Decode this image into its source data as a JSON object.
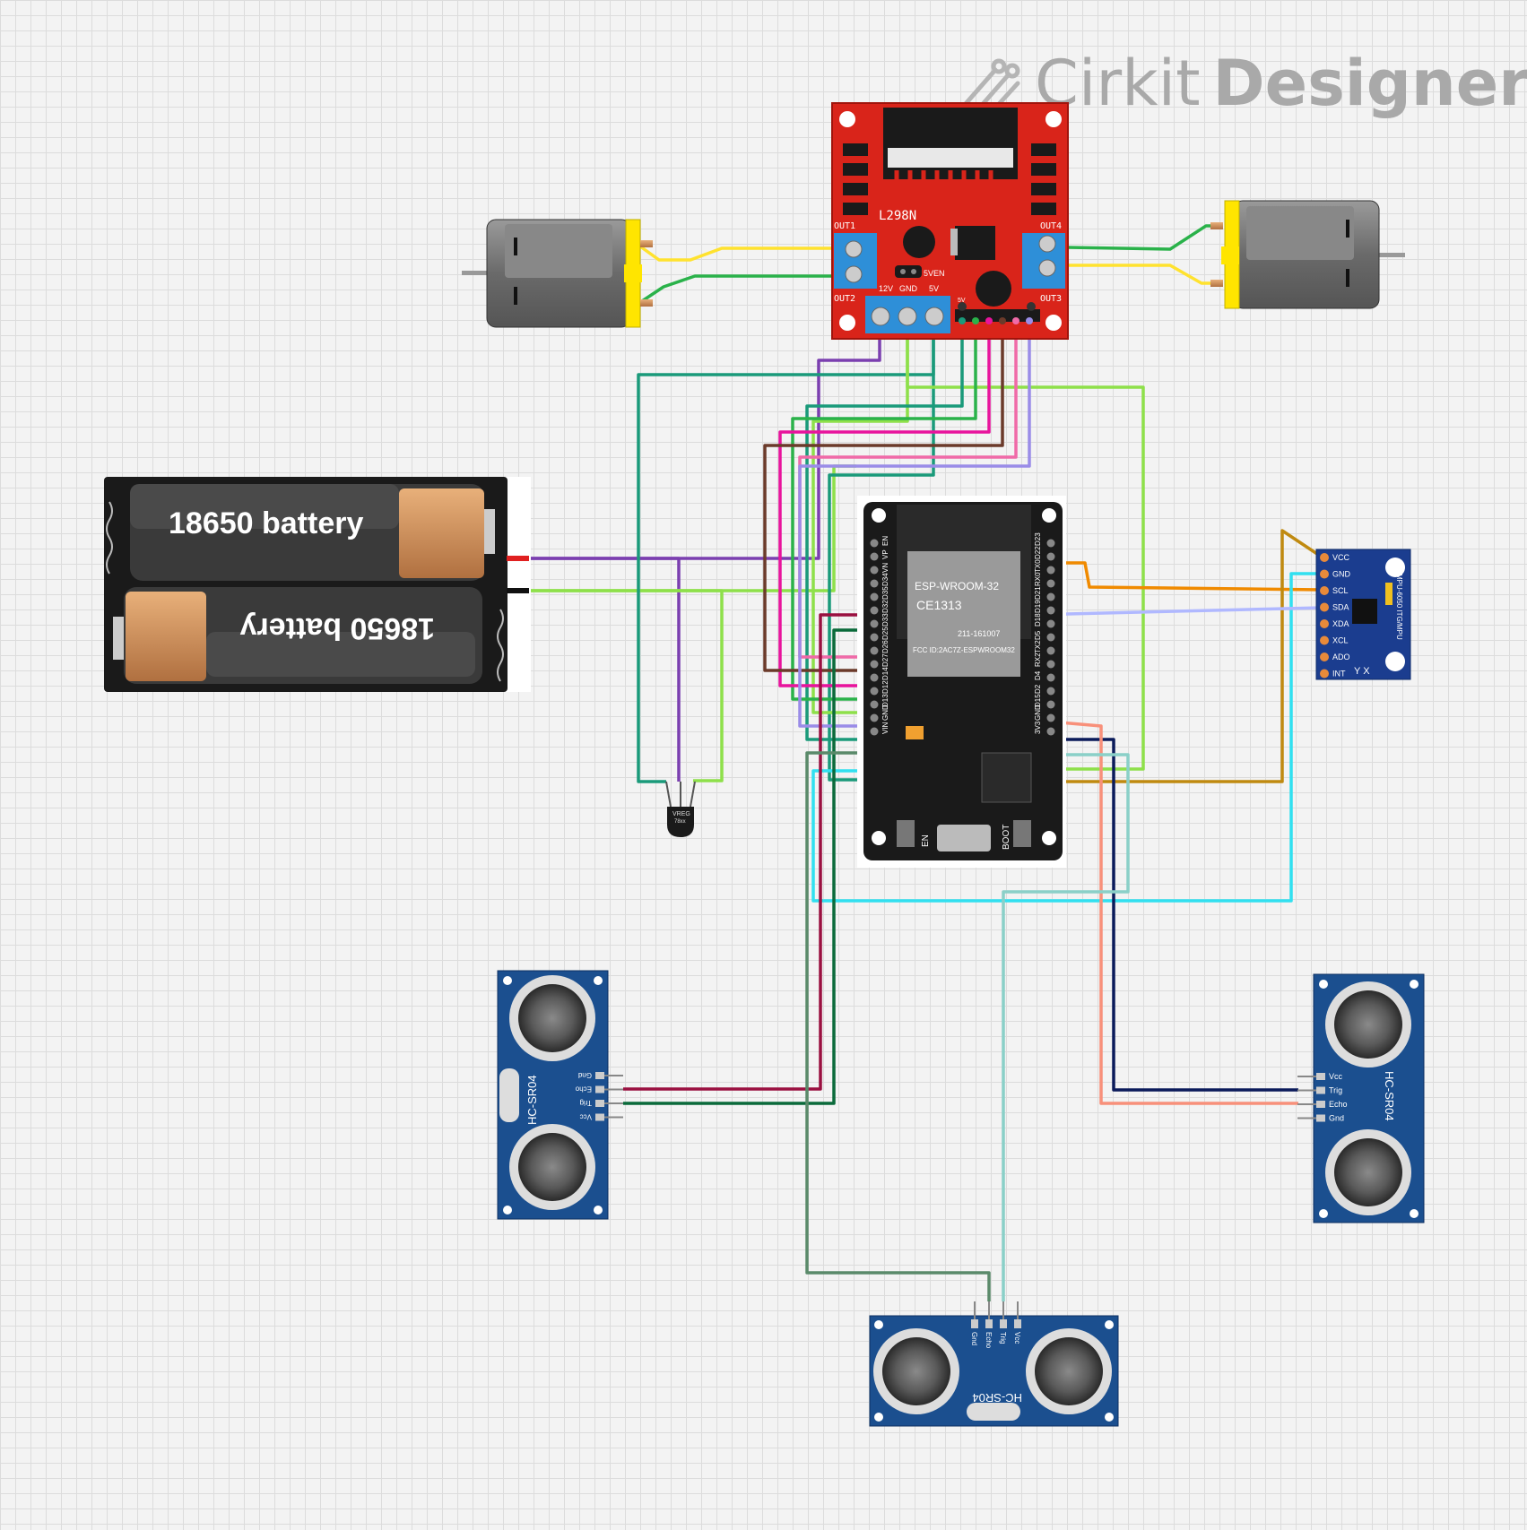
{
  "brand": {
    "name": "Cirkit",
    "product": "Designer",
    "icon": "cirkit-logo-icon"
  },
  "components": {
    "driver": {
      "title": "L298N",
      "out1": "OUT1",
      "out2": "OUT2",
      "out3": "OUT3",
      "out4": "OUT4",
      "v12": "12V",
      "gnd": "GND",
      "v5": "5V",
      "en5v": "5VEN",
      "pin5v": "5V"
    },
    "battery": {
      "cell1": "18650 battery",
      "cell2": "18650 battery"
    },
    "regulator": {
      "label": "VREG",
      "sub": "78xx"
    },
    "esp32": {
      "module": "ESP-WROOM-32",
      "ce": "CE1313",
      "id1": "211-161007",
      "id2": "FCC ID:2AC7Z-ESPWROOM32",
      "left_pins": [
        "EN",
        "VP",
        "VN",
        "D34",
        "D35",
        "D32",
        "D33",
        "D25",
        "D26",
        "D27",
        "D14",
        "D12",
        "D13",
        "GND",
        "VIN"
      ],
      "right_pins": [
        "D23",
        "D22",
        "TX0",
        "RX0",
        "D21",
        "D19",
        "D18",
        "D5",
        "TX2",
        "RX2",
        "D4",
        "D2",
        "D15",
        "GND",
        "3V3"
      ],
      "en_button": "EN",
      "boot_button": "BOOT"
    },
    "mpu": {
      "pins": [
        "VCC",
        "GND",
        "SCL",
        "SDA",
        "XDA",
        "XCL",
        "ADO",
        "INT"
      ],
      "label": "MPU-6050 ITG/MPU",
      "axes": "Y X"
    },
    "sonar_left": {
      "model": "HC-SR04",
      "pins": [
        "Gnd",
        "Echo",
        "Trig",
        "Vcc"
      ]
    },
    "sonar_right": {
      "model": "HC-SR04",
      "pins": [
        "Vcc",
        "Trig",
        "Echo",
        "Gnd"
      ]
    },
    "sonar_bottom": {
      "model": "HC-SR04",
      "pins": [
        "Gnd",
        "Echo",
        "Trig",
        "Vcc"
      ]
    }
  },
  "colors": {
    "purple": "#7b3fb0",
    "teal": "#1a9a7a",
    "lime": "#8ee04a",
    "green": "#2ab24a",
    "yellow": "#ffe22e",
    "brown": "#6b3a2a",
    "magenta": "#e8139c",
    "pink": "#f06aa8",
    "lavender": "#9a8ce8",
    "orange": "#f08a00",
    "gold": "#c08a10",
    "cyan": "#31e0f0",
    "periwinkle": "#b0b8ff",
    "salmon": "#f8907a",
    "navy": "#0a1a5a",
    "crimson": "#9a1040",
    "darkgreen": "#0a6a3a",
    "sage": "#5a8a6a",
    "aqua": "#8ad0c8"
  }
}
